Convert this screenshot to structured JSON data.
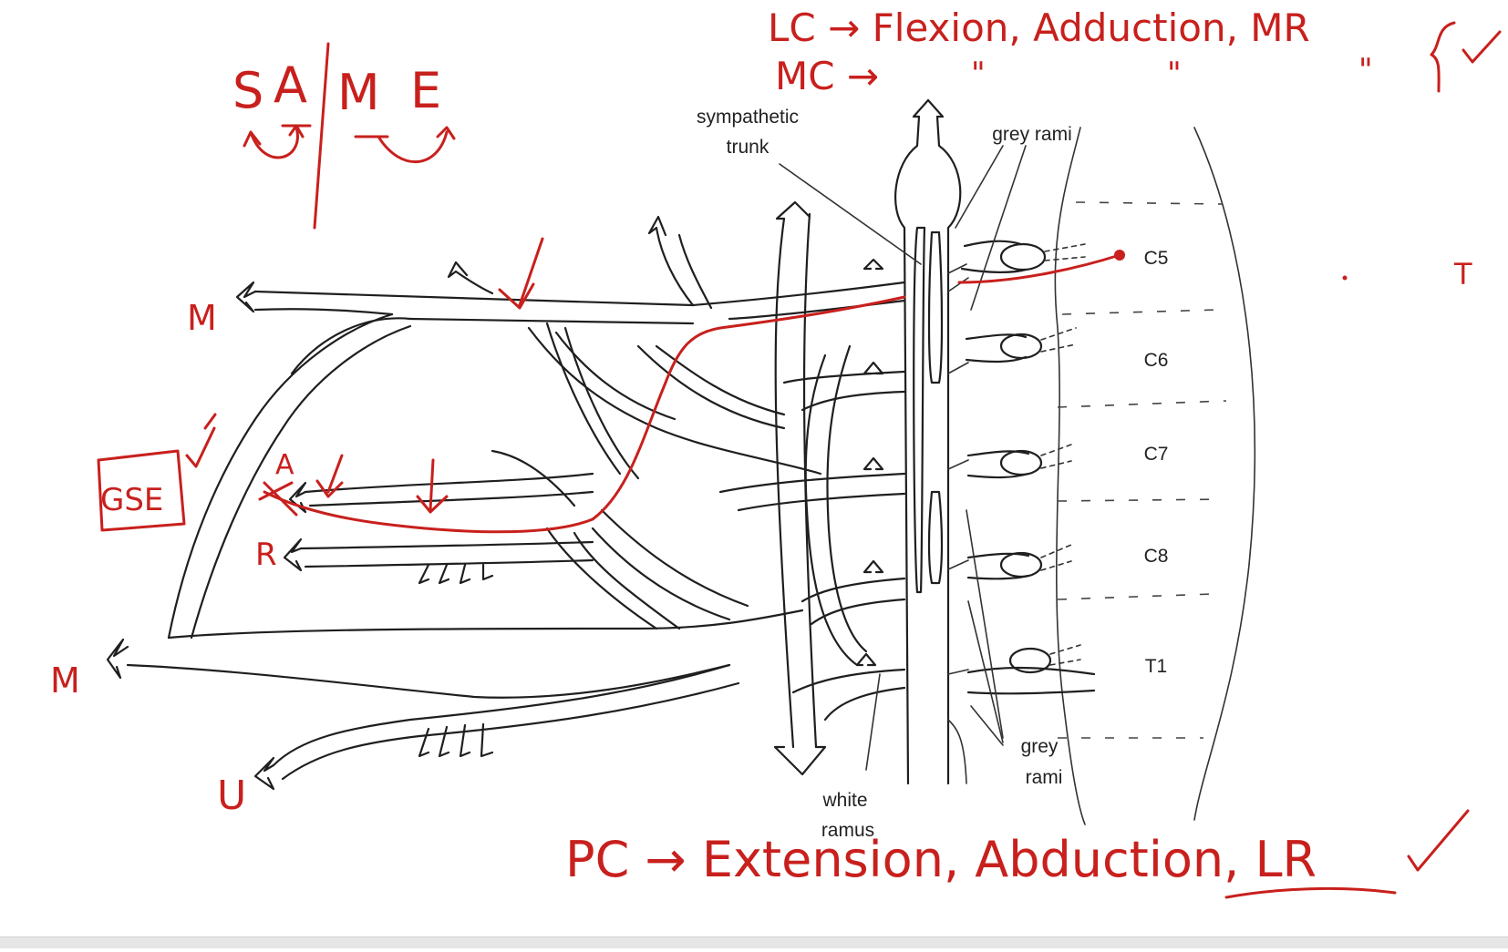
{
  "labels": {
    "sympathetic_trunk": [
      "sympathetic",
      "trunk"
    ],
    "grey_rami_top": "grey rami",
    "grey_rami_bottom": [
      "grey",
      "rami"
    ],
    "white_ramus": [
      "white",
      "ramus"
    ]
  },
  "segments": [
    "C5",
    "C6",
    "C7",
    "C8",
    "T1"
  ],
  "annotations": {
    "same": [
      "S",
      "A",
      "M",
      "E"
    ],
    "lc_line": "LC → Flexion, Adduction, MR",
    "mc_line": "MC →",
    "ditto": [
      "\"",
      "\"",
      "\""
    ],
    "pc_line": "PC → Extension, Abduction, LR",
    "gse": "GSE",
    "t_mark": "T",
    "nerve_letters": [
      "M",
      "A",
      "R",
      "M",
      "U"
    ]
  },
  "colors": {
    "ink": "#1f1f1f",
    "annotation_red": "#c8201d"
  }
}
